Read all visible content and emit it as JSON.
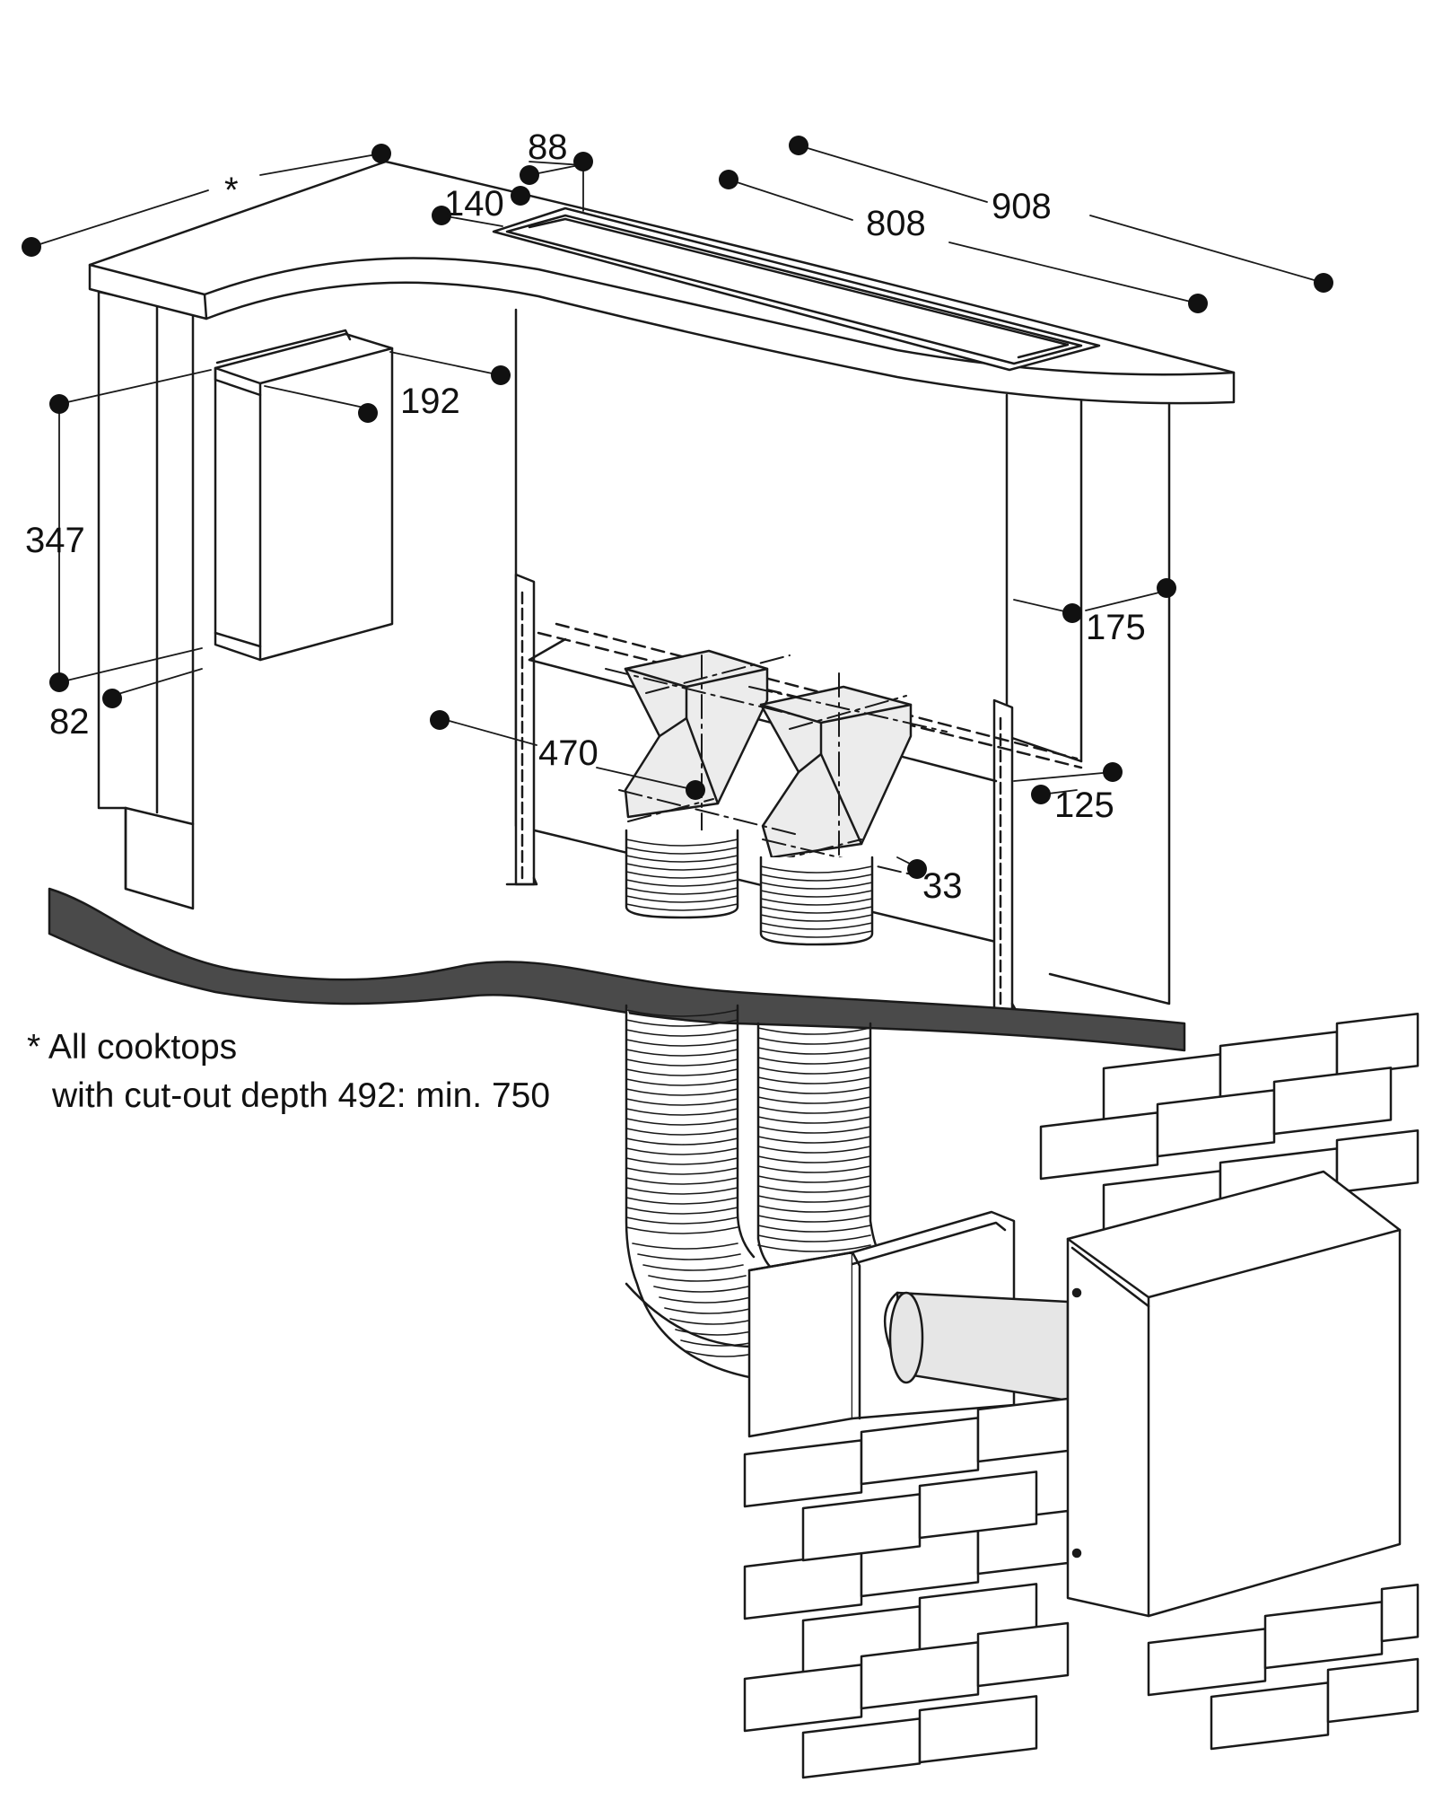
{
  "diagram": {
    "dimensions": {
      "star": "*",
      "d88": "88",
      "d140": "140",
      "d808": "808",
      "d908": "908",
      "d192": "192",
      "d347": "347",
      "d82": "82",
      "d175": "175",
      "d470": "470",
      "d125": "125",
      "d33": "33"
    },
    "note": {
      "line1": "* All cooktops",
      "line2": "with cut-out depth 492: min. 750"
    },
    "colors": {
      "line": "#1a1a1a",
      "floor_band": "#4a4a4a",
      "duct_fill": "#e6e6e6"
    }
  }
}
